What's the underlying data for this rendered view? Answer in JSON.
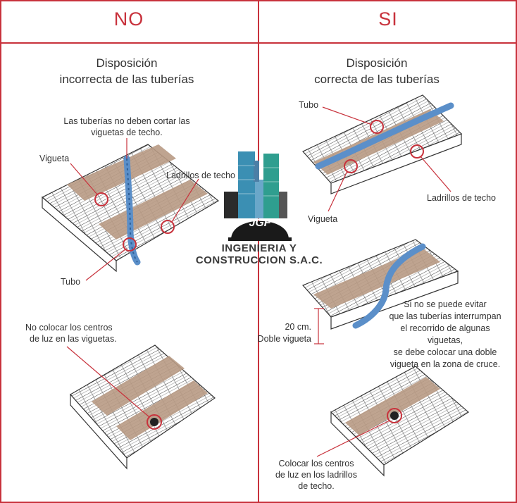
{
  "headers": {
    "no": "NO",
    "si": "SI"
  },
  "left": {
    "title_line1": "Disposición",
    "title_line2": "incorrecta de las tuberías",
    "note_pipes_l1": "Las tuberías no deben cortar las",
    "note_pipes_l2": "viguetas de techo.",
    "label_vigueta": "Vigueta",
    "label_ladrillos": "Ladrillos de techo",
    "label_tubo": "Tubo",
    "note_luz_l1": "No colocar los centros",
    "note_luz_l2": "de luz en las viguetas."
  },
  "right": {
    "title_line1": "Disposición",
    "title_line2": "correcta de las tuberías",
    "label_tubo": "Tubo",
    "label_ladrillos": "Ladrillos de techo",
    "label_vigueta": "Vigueta",
    "note_doble_l1": "Si no se puede evitar",
    "note_doble_l2": "que las tuberías interrumpan",
    "note_doble_l3": "el recorrido de algunas viguetas,",
    "note_doble_l4": "se debe colocar una doble",
    "note_doble_l5": "vigueta en la zona de cruce.",
    "label_20cm": "20 cm.",
    "label_doble_vigueta": "Doble vigueta",
    "note_luz_l1": "Colocar los centros",
    "note_luz_l2": "de luz en los ladrillos",
    "note_luz_l3": "de techo."
  },
  "logo": {
    "initials": "JGF",
    "line1": "INGENIERIA Y",
    "line2": "CONSTRUCCION S.A.C."
  },
  "colors": {
    "accent": "#c8323c",
    "pipe": "#5b8fc9",
    "beam": "#b89a84",
    "ink": "#333333"
  }
}
